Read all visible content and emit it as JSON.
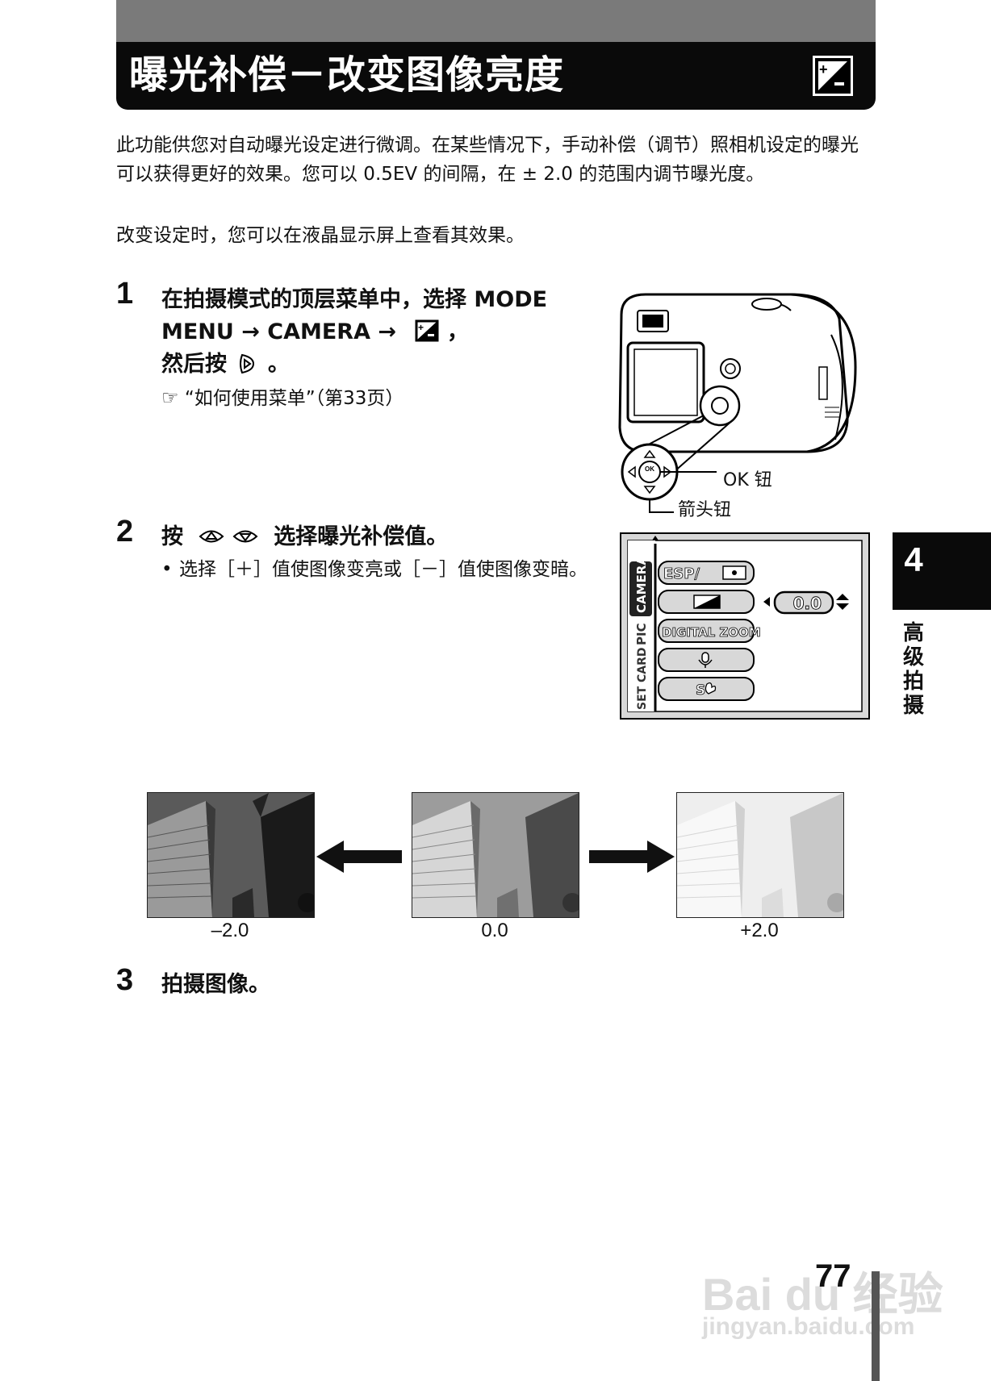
{
  "header": {
    "title": "曝光补偿－改变图像亮度"
  },
  "intro": {
    "para1": "此功能供您对自动曝光设定进行微调。在某些情况下，手动补偿（调节）照相机设定的曝光可以获得更好的效果。您可以 0.5EV 的间隔，在 ± 2.0 的范围内调节曝光度。",
    "para2": "改变设定时，您可以在液晶显示屏上查看其效果。"
  },
  "steps": [
    {
      "num": "1",
      "line1": "在拍摄模式的顶层菜单中，选择 MODE",
      "line2": "MENU → CAMERA →",
      "line2_end": "，",
      "line3": "然后按",
      "line3_end": "。",
      "ref": "“如何使用菜单”（第33页）"
    },
    {
      "num": "2",
      "prefix": "按",
      "text": "选择曝光补偿值。",
      "bullet": "选择［＋］值使图像变亮或［－］值使图像变暗。"
    },
    {
      "num": "3",
      "text": "拍摄图像。"
    }
  ],
  "camera_figure": {
    "ok_label": "OK 钮",
    "arrow_label": "箭头钮",
    "ok_glyph": "OK"
  },
  "menu_screen": {
    "tabs": [
      "CAMERA",
      "PIC",
      "CARD",
      "SET"
    ],
    "items": [
      "ESP/",
      "",
      "DIGITAL ZOOM",
      "",
      "S"
    ],
    "value": "0.0"
  },
  "exposure_samples": [
    {
      "caption": "–2.0"
    },
    {
      "caption": "0.0"
    },
    {
      "caption": "+2.0"
    }
  ],
  "side_tab": {
    "number": "4",
    "label": "高级拍摄"
  },
  "page_number": "77",
  "watermark": {
    "brand": "Bai du 经验",
    "url": "jingyan.baidu.com"
  }
}
